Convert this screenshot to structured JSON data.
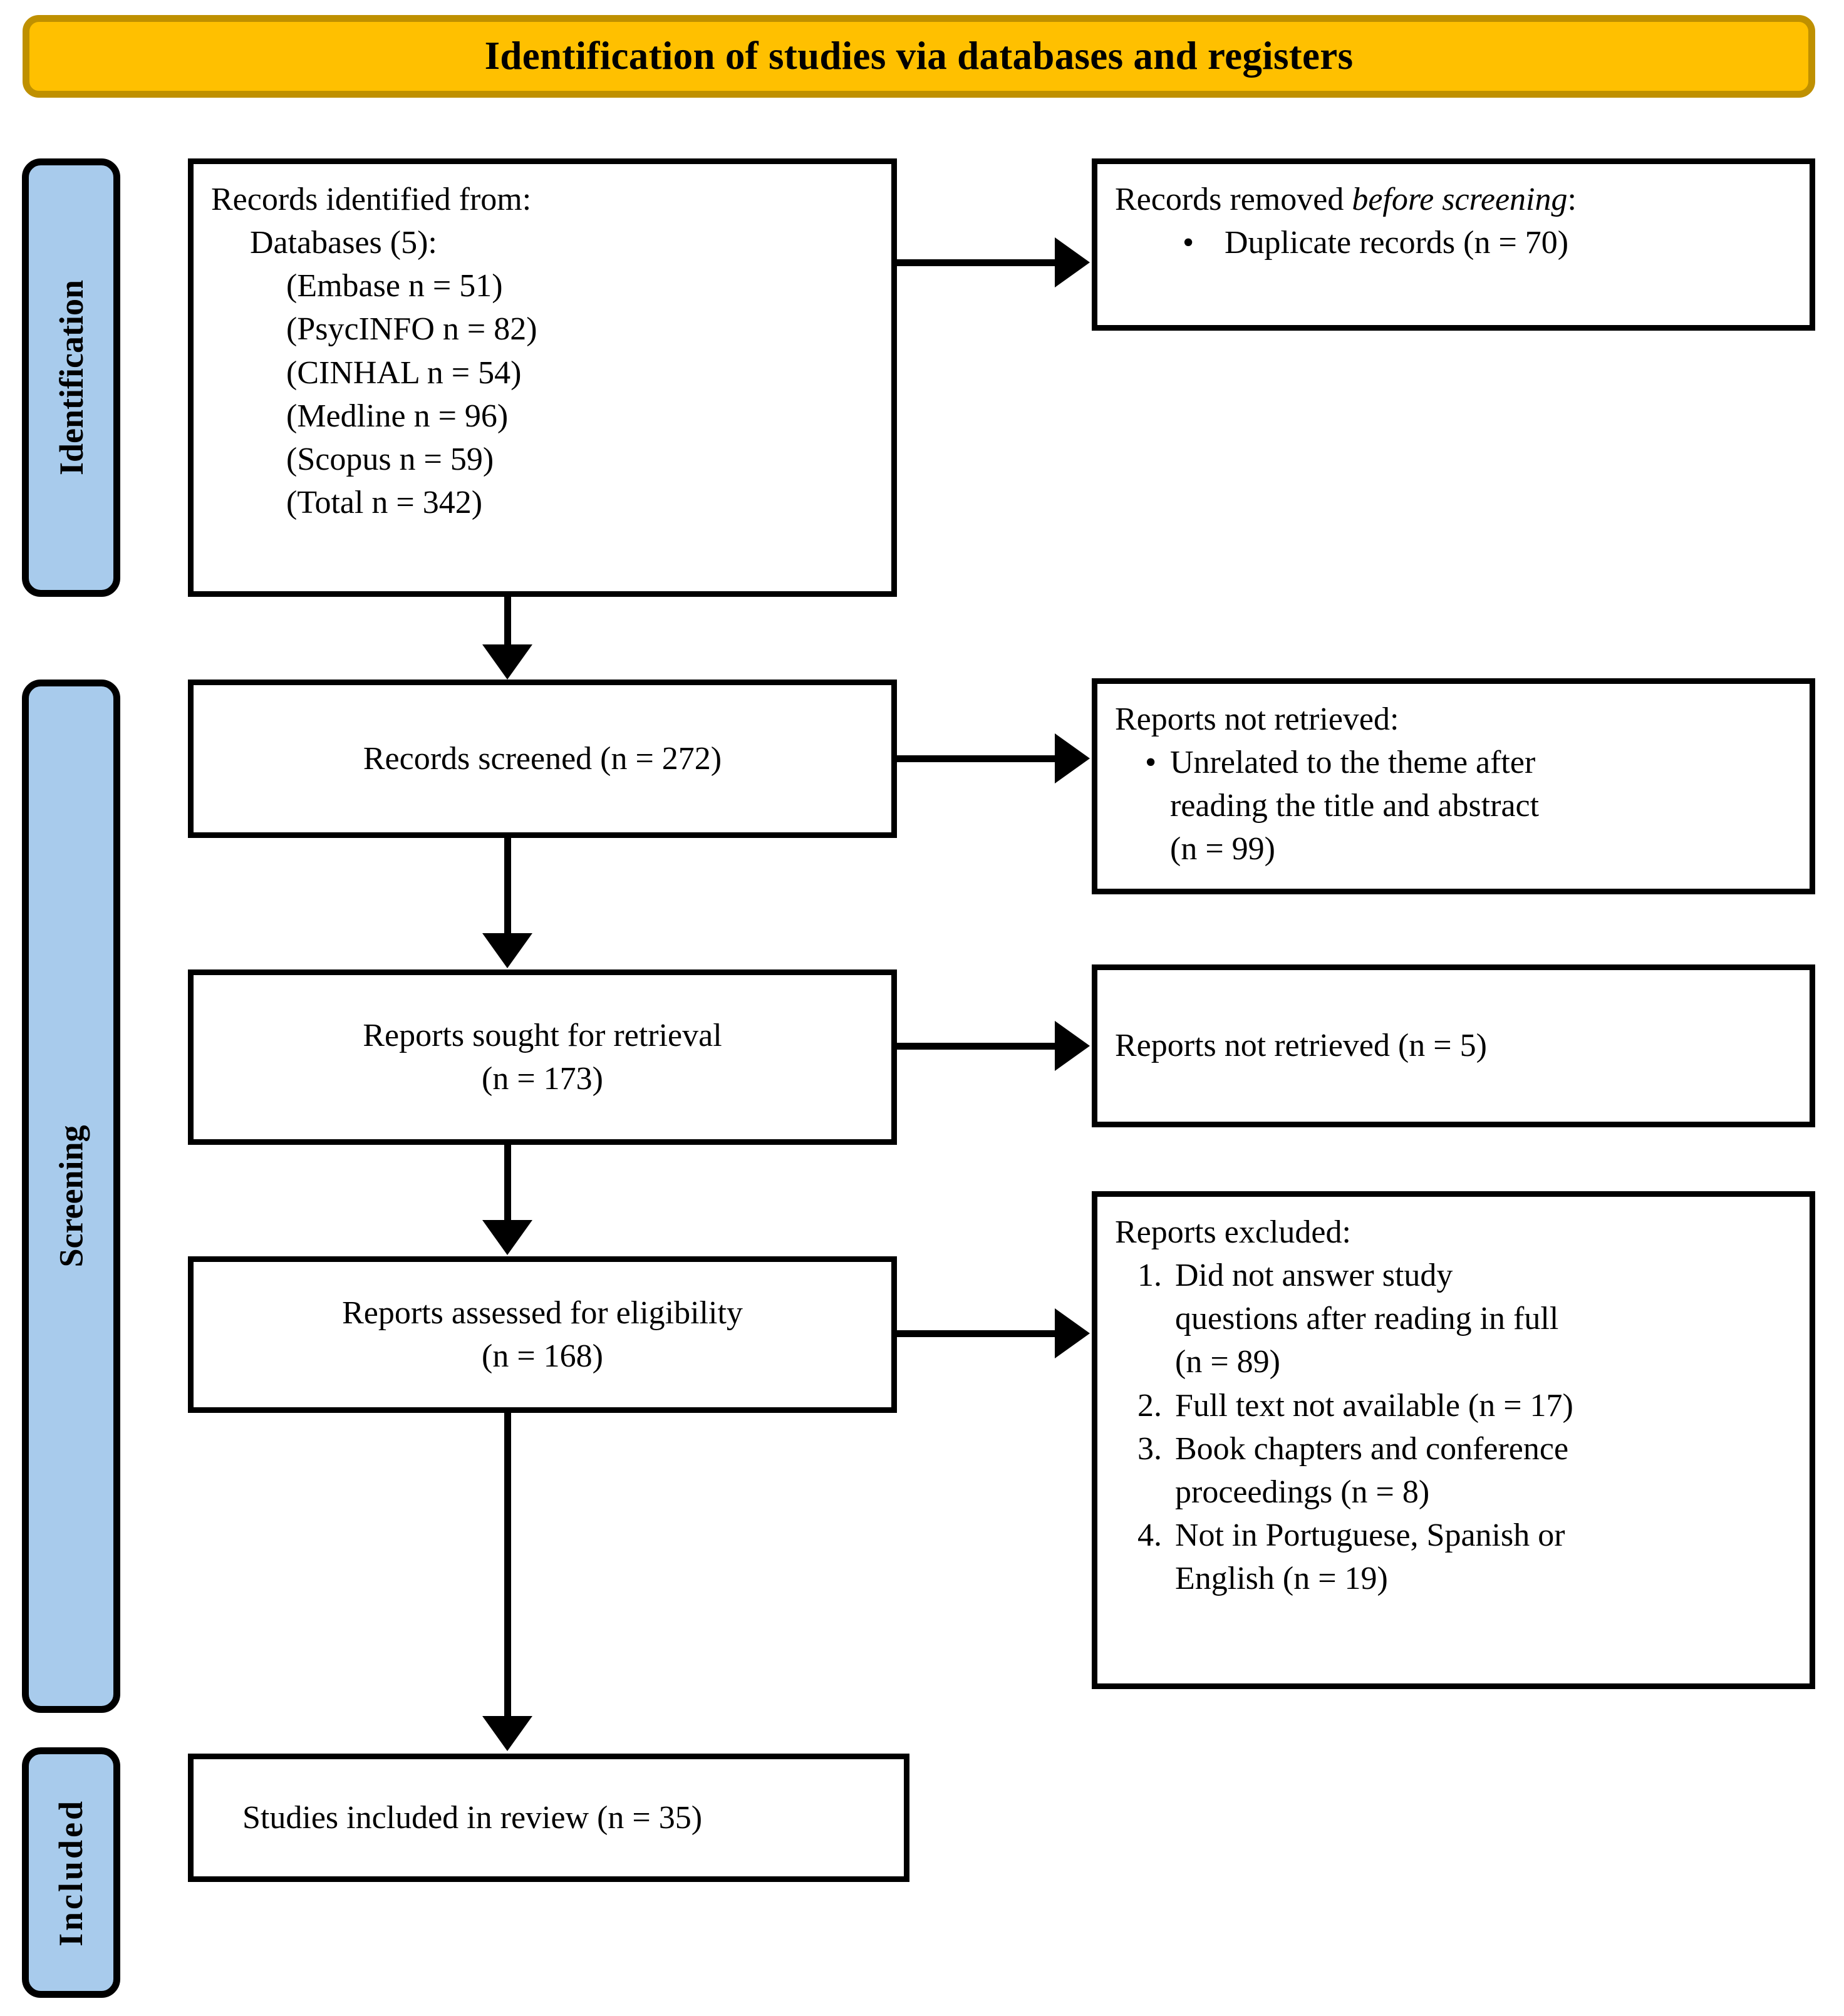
{
  "header": {
    "title": "Identification of studies via databases and registers",
    "fill_color": "#FFC000",
    "border_color": "#BF9000"
  },
  "stages": {
    "fill_color": "#A8CBEC",
    "identification": "Identification",
    "screening": "Screening",
    "included": "Included"
  },
  "boxes": {
    "identified": {
      "heading": "Records identified from:",
      "subheading": "Databases (5):",
      "sources": [
        "(Embase n = 51)",
        "(PsycINFO n = 82)",
        "(CINHAL n = 54)",
        "(Medline n = 96)",
        "(Scopus n = 59)",
        "(Total n = 342)"
      ]
    },
    "removed_before_screening": {
      "heading_plain": "Records removed ",
      "heading_italic": "before screening",
      "heading_suffix": ":",
      "items": [
        "Duplicate records (n = 70)"
      ],
      "bullet_glyph": "•"
    },
    "screened": {
      "line1": "Records screened (n = 272)"
    },
    "not_retrieved_reasons": {
      "heading": "Reports not retrieved:",
      "items": [
        [
          "Unrelated to the theme after",
          "reading the title and abstract",
          "(n = 99)"
        ]
      ],
      "bullet_glyph": "•"
    },
    "sought": {
      "line1": "Reports sought for retrieval",
      "line2": "(n = 173)"
    },
    "not_retrieved_count": {
      "line1": "Reports not retrieved (n = 5)"
    },
    "assessed": {
      "line1": "Reports assessed for eligibility",
      "line2": "(n = 168)"
    },
    "excluded": {
      "heading": "Reports excluded:",
      "items": [
        {
          "marker": "1.",
          "lines": [
            "Did not answer study",
            "questions after reading in full",
            "(n = 89)"
          ]
        },
        {
          "marker": "2.",
          "lines": [
            "Full text not available (n = 17)"
          ]
        },
        {
          "marker": "3.",
          "lines": [
            "Book chapters and conference",
            "proceedings (n = 8)"
          ]
        },
        {
          "marker": "4.",
          "lines": [
            "Not in Portuguese, Spanish or",
            "English (n = 19)"
          ]
        }
      ]
    },
    "included_studies": {
      "line1": "Studies included in review (n = 35)"
    }
  }
}
